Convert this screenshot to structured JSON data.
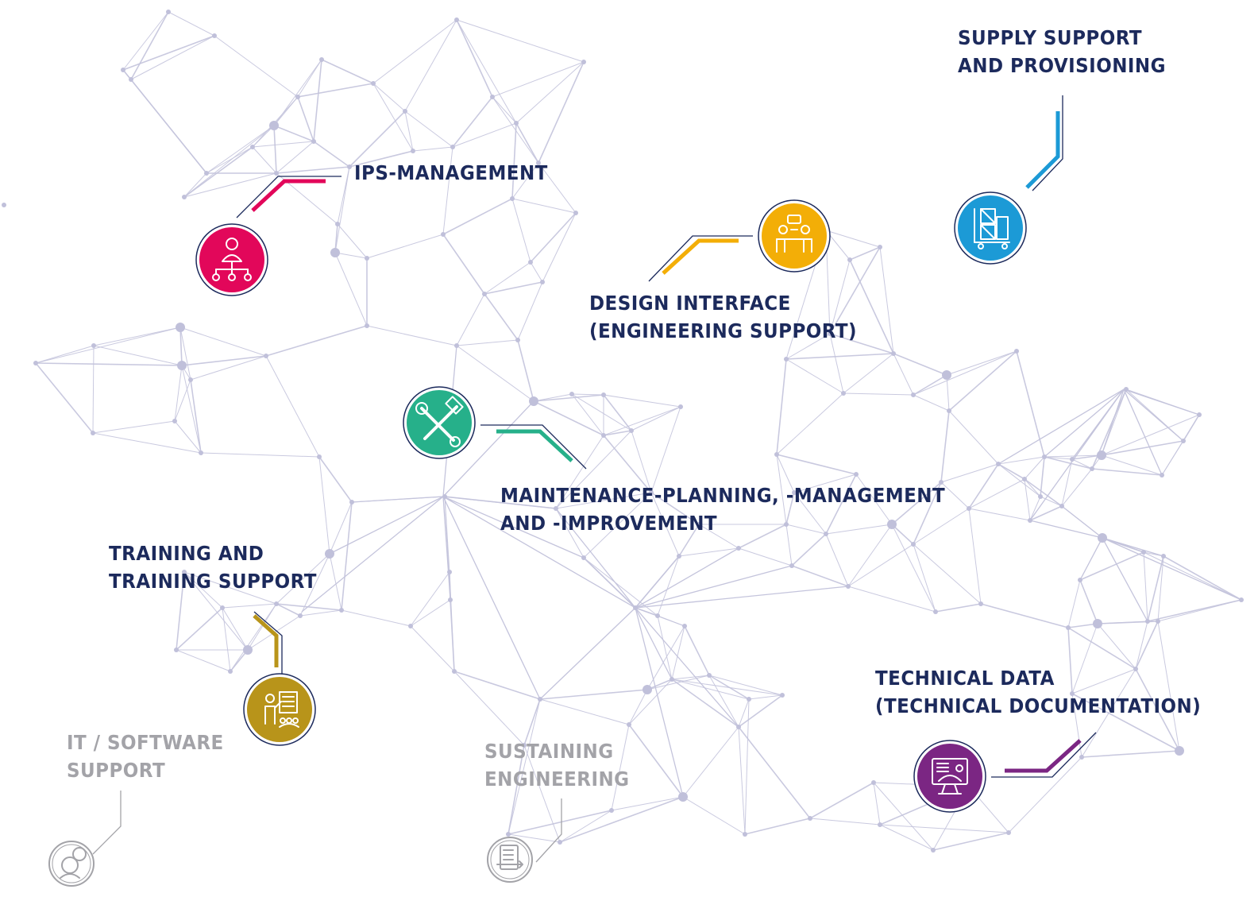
{
  "colors": {
    "network_line": "#c4c4dc",
    "network_node": "#c0c0da",
    "label_text": "#1c2a5c",
    "muted_text": "#a3a3a8",
    "connector_dark": "#1c2a5c"
  },
  "topics": [
    {
      "id": "ips-management",
      "lines": [
        "IPS-MANAGEMENT"
      ],
      "color": "#e2075a",
      "icon": "org-chart-person-icon",
      "muted": false
    },
    {
      "id": "supply-support",
      "lines": [
        "SUPPLY SUPPORT",
        "AND PROVISIONING"
      ],
      "color": "#1c9ad6",
      "icon": "warehouse-boxes-cart-icon",
      "muted": false
    },
    {
      "id": "design-interface",
      "lines": [
        "DESIGN INTERFACE",
        "(ENGINEERING SUPPORT)"
      ],
      "color": "#f3ae07",
      "icon": "meeting-people-chat-icon",
      "muted": false
    },
    {
      "id": "maintenance",
      "lines": [
        "MAINTENANCE-PLANNING, -MANAGEMENT",
        "AND -IMPROVEMENT"
      ],
      "color": "#26b08a",
      "icon": "wrench-hammer-icon",
      "muted": false
    },
    {
      "id": "training",
      "lines": [
        "TRAINING AND",
        "TRAINING SUPPORT"
      ],
      "color": "#b8941a",
      "icon": "trainer-presentation-icon",
      "muted": false
    },
    {
      "id": "technical-data",
      "lines": [
        "TECHNICAL DATA",
        "(TECHNICAL DOCUMENTATION)"
      ],
      "color": "#7b2683",
      "icon": "monitor-documentation-icon",
      "muted": false
    },
    {
      "id": "it-software",
      "lines": [
        "IT / SOFTWARE",
        "SUPPORT"
      ],
      "color": "#a3a3a8",
      "icon": "support-24h-headset-icon",
      "muted": true
    },
    {
      "id": "sustaining-engineering",
      "lines": [
        "SUSTAINING",
        "ENGINEERING"
      ],
      "color": "#a3a3a8",
      "icon": "document-process-icon",
      "muted": true
    }
  ]
}
